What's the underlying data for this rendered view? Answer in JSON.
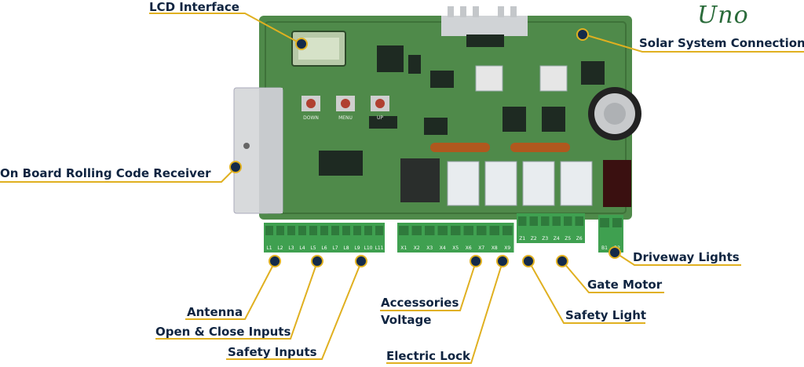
{
  "brand": "Uno",
  "labels": {
    "lcd_interface": "LCD Interface",
    "solar": "Solar System Connection",
    "receiver": "On Board Rolling Code Receiver",
    "driveway": "Driveway Lights",
    "gate_motor": "Gate Motor",
    "safety_light": "Safety Light",
    "accessories_1": "Accessories",
    "accessories_2": "Voltage",
    "electric_lock": "Electric Lock",
    "antenna": "Antenna",
    "open_close": "Open & Close Inputs",
    "safety_inputs": "Safety Inputs"
  },
  "board": {
    "buttons": [
      "DOWN",
      "MENU",
      "UP"
    ],
    "terminals_left": [
      "L1",
      "L2",
      "L3",
      "L4",
      "L5",
      "L6",
      "L7",
      "L8",
      "L9",
      "L10",
      "L11"
    ],
    "terminals_mid": [
      "X1",
      "X2",
      "X3",
      "X4",
      "X5",
      "X6",
      "X7",
      "X8",
      "X9"
    ],
    "terminals_right": [
      "Z1",
      "Z2",
      "Z3",
      "Z4",
      "Z5",
      "Z6"
    ],
    "terminals_far": [
      "B1",
      "B2"
    ]
  },
  "colors": {
    "board": "#4f8a4a",
    "board_dark": "#3e7239",
    "terminal": "#3fa050",
    "label_text": "#0f2440",
    "leader": "#e0b020",
    "dot": "#142a4a"
  }
}
